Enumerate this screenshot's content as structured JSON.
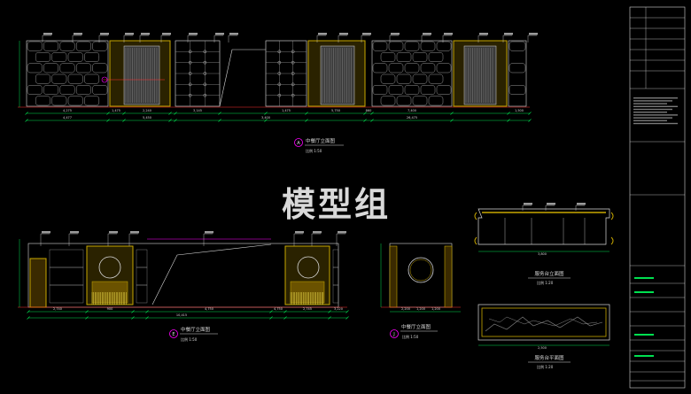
{
  "drawing": {
    "watermark": "模型组",
    "views": [
      {
        "id": "A",
        "title": "中餐厅立面图",
        "scale": "比例 1:50"
      },
      {
        "id": "E",
        "title": "中餐厅立面图",
        "scale": "比例 1:50"
      },
      {
        "id": "J",
        "title": "中餐厅立面图",
        "scale": "比例 1:50"
      },
      {
        "id": "",
        "title": "服务台立面图",
        "scale": "比例 1:20"
      },
      {
        "id": "",
        "title": "服务台平面图",
        "scale": "比例 1:20"
      }
    ],
    "dims": {
      "a_row1": [
        "4,275",
        "1,475",
        "2,240",
        "3,145",
        "1,475",
        "5,750",
        "860",
        "7,400",
        "1,500"
      ],
      "a_row2": [
        "4,477",
        "5,450",
        "3,400",
        "26,475"
      ],
      "e_row": [
        "2,740",
        "900",
        "4,750",
        "4,750",
        "2,745",
        "3,220"
      ],
      "e_total": "10,415",
      "j_row": [
        "2,200",
        "1,200",
        "1,200"
      ],
      "c_row": [
        "3,800"
      ],
      "c2_row": [
        "2,500"
      ]
    },
    "colors": {
      "background": "#000000",
      "stone": "#e8d84a",
      "frame": "#c8a800",
      "line": "#d8d8d8",
      "cyan": "#00e0e0",
      "magenta": "#ff00ff",
      "red": "#ff3030",
      "green": "#00e050"
    }
  }
}
